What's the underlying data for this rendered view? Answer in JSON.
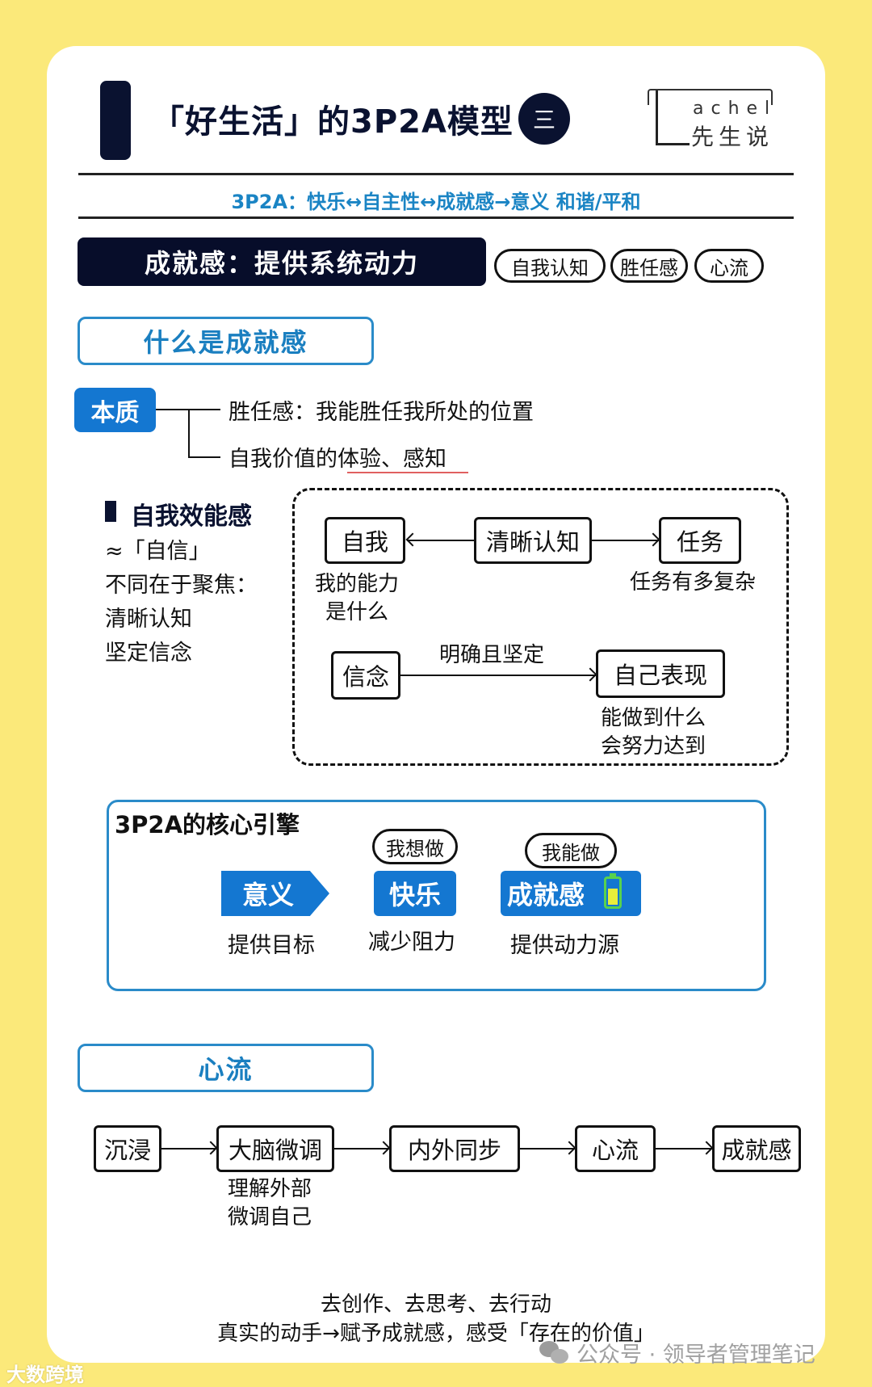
{
  "header": {
    "title": "「好生活」的3P2A模型",
    "badge": "三",
    "logo_en": "achel",
    "logo_cn": "先生说",
    "subtitle": "3P2A：快乐↔自主性↔成就感→意义  和谐/平和"
  },
  "section_main": {
    "title": "成就感：提供系统动力",
    "tags": [
      "自我认知",
      "胜任感",
      "心流"
    ]
  },
  "what_is": {
    "title": "什么是成就感",
    "essence_label": "本质",
    "branches": [
      "胜任感：我能胜任我所处的位置",
      "自我价值的体验、感知"
    ]
  },
  "self_efficacy": {
    "title": "自我效能感",
    "lines": [
      "≈「自信」",
      "不同在于聚焦：",
      "清晰认知",
      "坚定信念"
    ]
  },
  "diagram": {
    "self": "自我",
    "self_desc": [
      "我的能力",
      "是什么"
    ],
    "clear": "清晰认知",
    "task": "任务",
    "task_desc": "任务有多复杂",
    "belief": "信念",
    "belief_arrow_label": "明确且坚定",
    "perform": "自己表现",
    "perform_desc": [
      "能做到什么",
      "会努力达到"
    ]
  },
  "engine": {
    "title": "3P2A的核心引擎",
    "items": [
      {
        "label": "意义",
        "sub": "提供目标"
      },
      {
        "label": "快乐",
        "pill": "我想做",
        "sub": "减少阻力"
      },
      {
        "label": "成就感",
        "pill": "我能做",
        "sub": "提供动力源",
        "icon": "battery-icon"
      }
    ],
    "colors": {
      "blue": "#1477d1",
      "battery_green": "#57d24e",
      "battery_fill": "#e8ee3a"
    }
  },
  "flow": {
    "title": "心流",
    "steps": [
      "沉浸",
      "大脑微调",
      "内外同步",
      "心流",
      "成就感"
    ],
    "step2_desc": [
      "理解外部",
      "微调自己"
    ]
  },
  "footer": {
    "line1": "去创作、去思考、去行动",
    "line2": "真实的动手→赋予成就感，感受「存在的价值」"
  },
  "watermark": {
    "text": "公众号 · 领导者管理笔记",
    "brand": "大数跨境"
  },
  "colors": {
    "background": "#fbe97a",
    "navy": "#0a1230",
    "accent_blue": "#1a84c4"
  }
}
